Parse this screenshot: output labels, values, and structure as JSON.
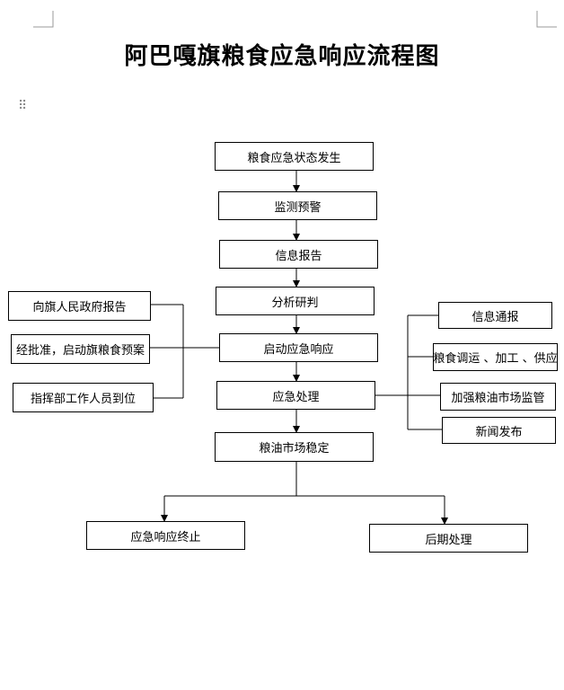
{
  "page": {
    "title": "阿巴嘎旗粮食应急响应流程图"
  },
  "diagram": {
    "main": {
      "occurrence": "粮食应急状态发生",
      "monitor": "监测预警",
      "report": "信息报告",
      "analysis": "分析研判",
      "start_response": "启动应急响应",
      "handling": "应急处理",
      "stabilize": "粮油市场稳定",
      "end_response": "应急响应终止",
      "aftermath": "后期处理"
    },
    "left": {
      "report_gov": "向旗人民政府报告",
      "plan": "经批准，启动旗粮食预案",
      "staff": "指挥部工作人员到位"
    },
    "right": {
      "notify": "信息通报",
      "dispatch": "粮食调运 、加工 、供应",
      "supervise": "加强粮油市场监管",
      "news": "新闻发布"
    }
  }
}
